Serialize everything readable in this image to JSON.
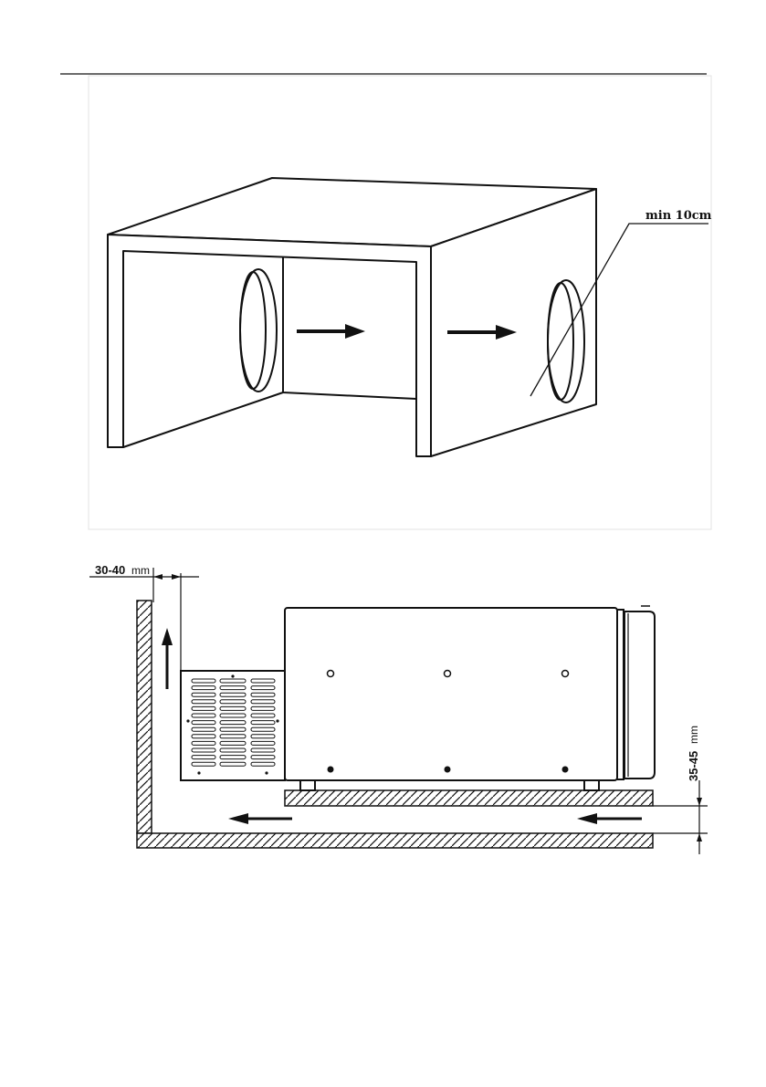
{
  "labels": {
    "clearance_top": "min 10cm",
    "gap_wall": "30-40",
    "gap_wall_unit": "mm",
    "gap_floor": "35-45",
    "gap_floor_unit": "mm"
  },
  "colors": {
    "line": "#111111",
    "background": "#ffffff",
    "frame_border": "#e3e3e3"
  },
  "icons": [
    "arrow-right-icon",
    "arrow-up-icon",
    "arrow-left-icon"
  ]
}
